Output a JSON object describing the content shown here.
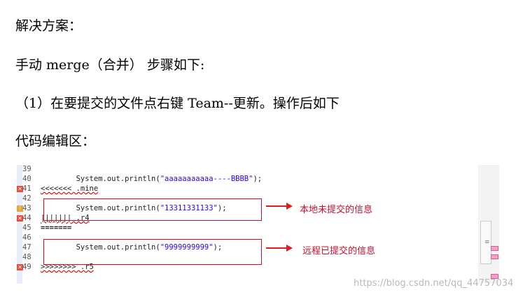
{
  "lines": [
    "解决方案：",
    "手动  merge（合并）    步骤如下:",
    "（1）在要提交的文件点右键    Team--更新。操作后如下",
    "代码编辑区："
  ],
  "code": [
    {
      "n": "39",
      "text": ""
    },
    {
      "n": "40",
      "text": "        System.out.println(\"aaaaaaaaaaa----BBBB\");"
    },
    {
      "n": "41",
      "text": "<<<<<<< .mine"
    },
    {
      "n": "42",
      "text": ""
    },
    {
      "n": "43",
      "text": "        System.out.println(\"13311331133\");"
    },
    {
      "n": "44",
      "text": "||||||| .r4"
    },
    {
      "n": "45",
      "text": "======="
    },
    {
      "n": "46",
      "text": ""
    },
    {
      "n": "47",
      "text": "        System.out.println(\"9999999999\");"
    },
    {
      "n": "48",
      "text": ""
    },
    {
      "n": "49",
      "text": ">>>>>>>> .r5"
    }
  ],
  "annotations": {
    "local": "本地未提交的信息",
    "remote": "远程已提交的信息"
  },
  "watermark": "https://blog.csdn.net/qq_44757034",
  "colors": {
    "highlight": "#c8102e",
    "arrow": "#e21b1b",
    "string": "#2a00ff"
  }
}
